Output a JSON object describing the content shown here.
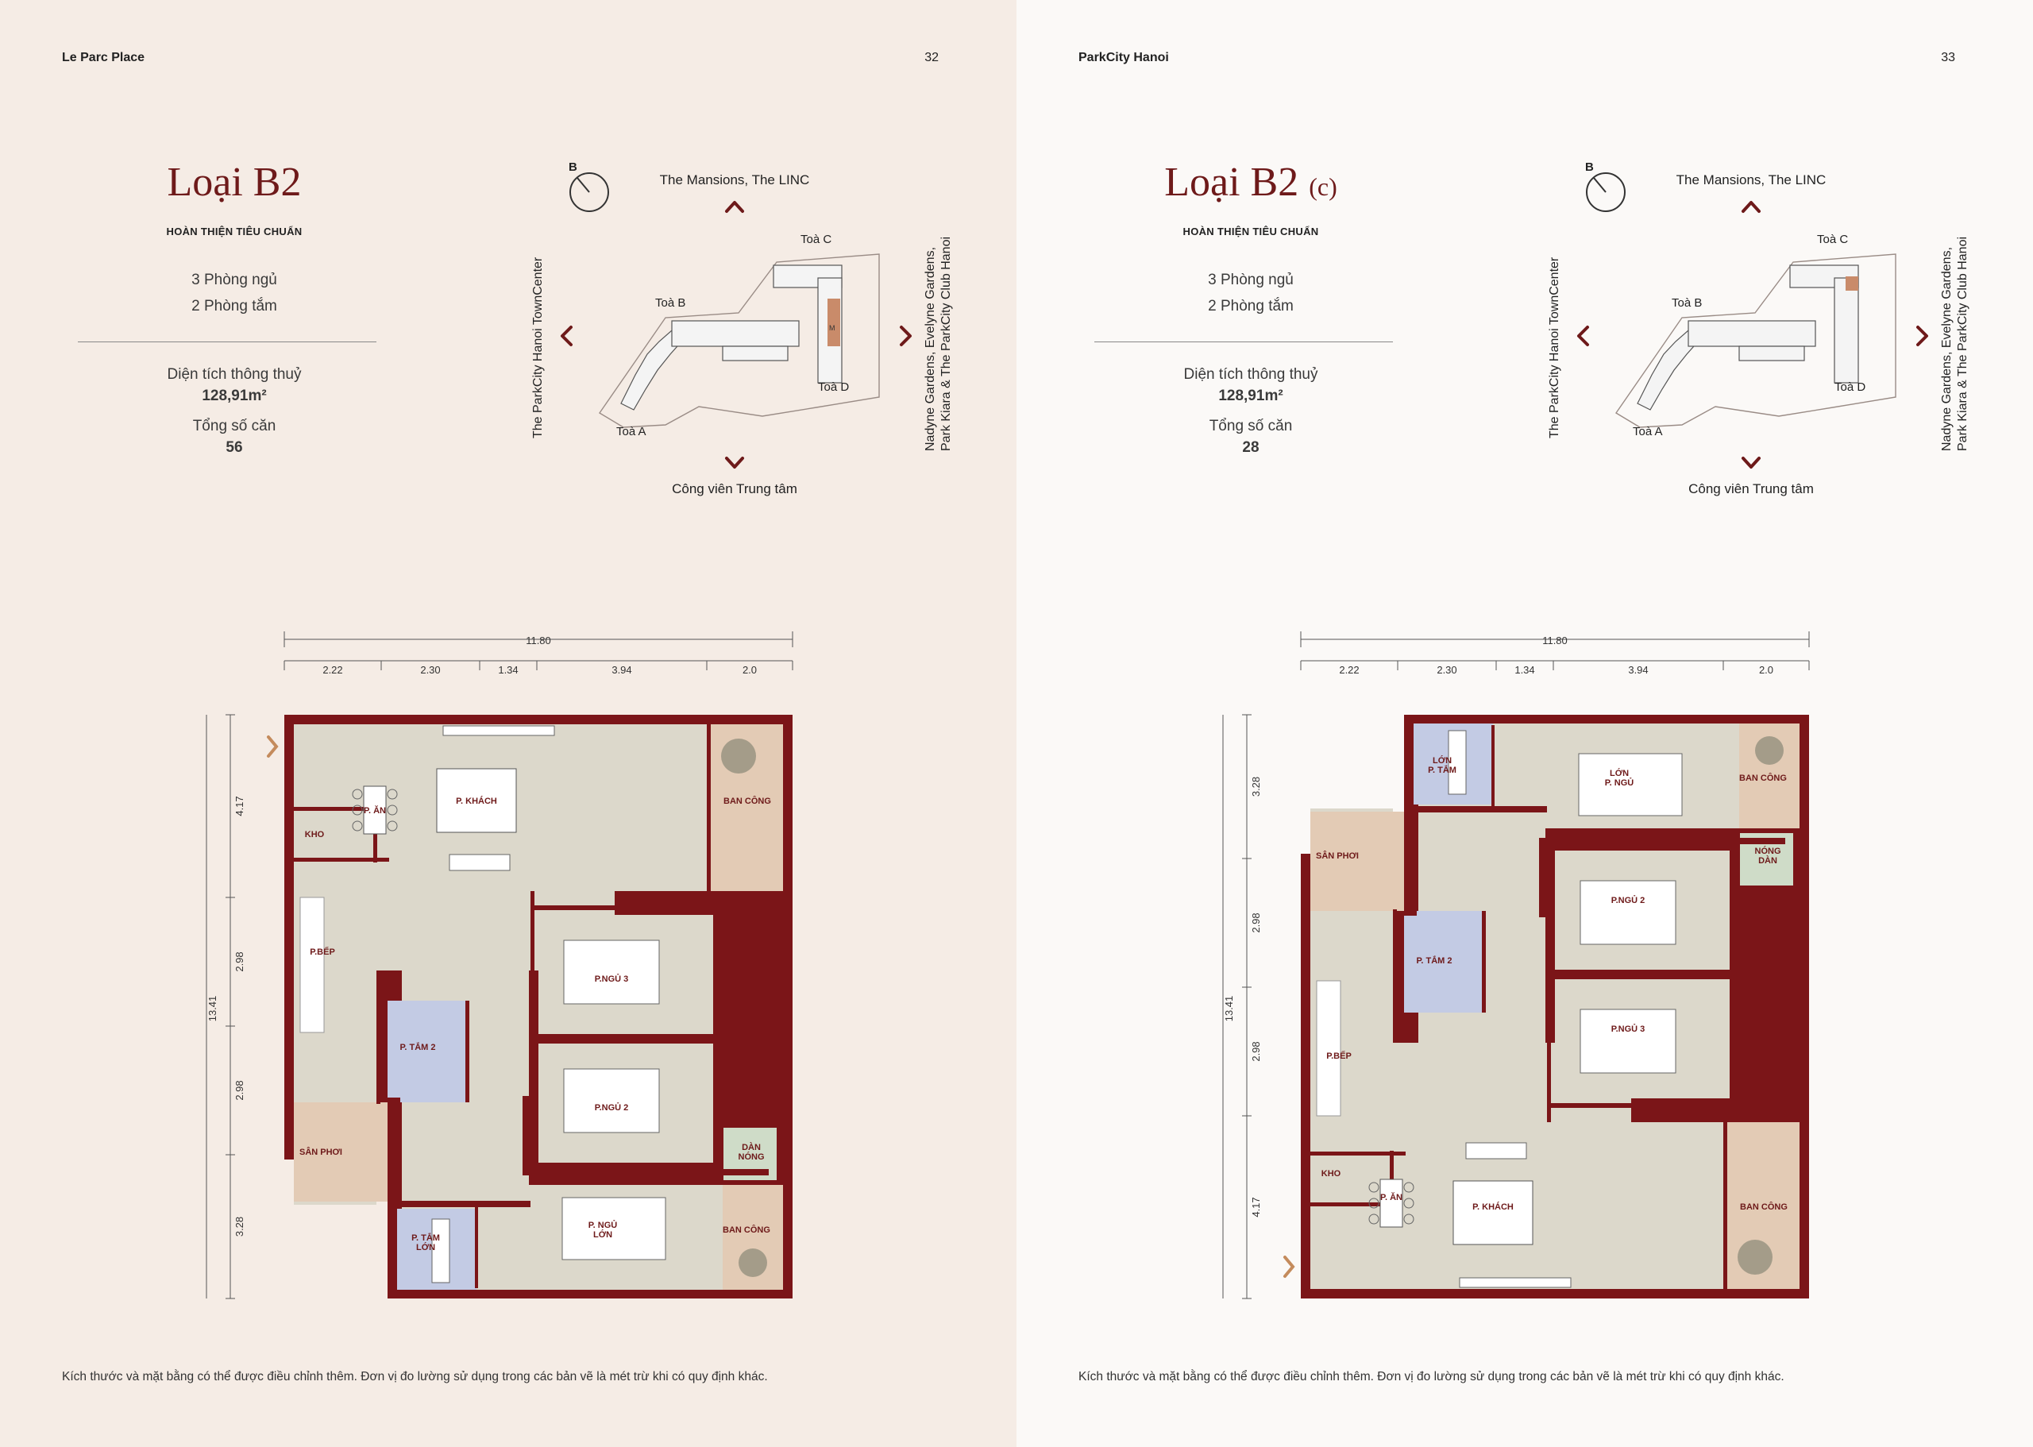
{
  "pages": [
    {
      "header_name": "Le Parc Place",
      "page_number": "32",
      "title": "Loại B2",
      "title_suffix": "",
      "finish": "HOÀN THIỆN TIÊU CHUẨN",
      "bedrooms": "3 Phòng ngủ",
      "bathrooms": "2 Phòng tắm",
      "area_label": "Diện tích thông thuỷ",
      "area_value": "128,91m²",
      "units_label": "Tổng số căn",
      "units_value": "56",
      "footnote": "Kích thước và mặt bằng có thể được điều chỉnh thêm. Đơn vị đo lường sử dụng trong các bản vẽ là mét trừ khi có quy định khác."
    },
    {
      "header_name": "ParkCity Hanoi",
      "page_number": "33",
      "title": "Loại B2",
      "title_suffix": "(c)",
      "finish": "HOÀN THIỆN TIÊU CHUẨN",
      "bedrooms": "3 Phòng ngủ",
      "bathrooms": "2 Phòng tắm",
      "area_label": "Diện tích thông thuỷ",
      "area_value": "128,91m²",
      "units_label": "Tổng số căn",
      "units_value": "28",
      "footnote": "Kích thước và mặt bằng có thể được điều chỉnh thêm. Đơn vị đo lường sử dụng trong các bản vẽ là mét trừ khi có quy định khác."
    }
  ],
  "keymap": {
    "compass": "B",
    "top": "The Mansions, The LINC",
    "bottom": "Công viên Trung tâm",
    "left": "The ParkCity Hanoi TownCenter",
    "right_line1": "Nadyne Gardens, Evelyne Gardens,",
    "right_line2": "Park Kiara & The ParkCity Club Hanoi",
    "tower_a": "Toà A",
    "tower_b": "Toà B",
    "tower_c": "Toà C",
    "tower_d": "Toà D",
    "marker": "M"
  },
  "dimensions": {
    "total_width": "11.80",
    "widths": [
      "2.22",
      "2.30",
      "1.34",
      "3.94",
      "2.0"
    ],
    "total_height": "13.41",
    "heights_left": [
      "4.17",
      "2.98",
      "2.98",
      "3.28"
    ],
    "heights_right": [
      "3.28",
      "2.98",
      "2.98",
      "4.17"
    ]
  },
  "rooms": {
    "kho": "KHO",
    "an": "P. ĂN",
    "khach": "P. KHÁCH",
    "ban_cong": "BAN CÔNG",
    "bep": "P.BẾP",
    "ngu3": "P.NGỦ 3",
    "ngu2": "P.NGỦ 2",
    "tam2": "P. TẮM 2",
    "san_phoi": "SÂN PHƠI",
    "dan_nong_1": "DÀN",
    "dan_nong_2": "NÓNG",
    "ngu_lon_1": "P. NGỦ",
    "ngu_lon_2": "LỚN",
    "tam_lon_1": "P. TẮM",
    "tam_lon_2": "LỚN"
  },
  "colors": {
    "maroon": "#6e1a1a",
    "wall": "#7b1518",
    "floor": "#dcd8cb",
    "bath": "#c3cbe4",
    "balcony": "#e3cbb5",
    "ac": "#cfdcc8",
    "arrow": "#c48b5c"
  }
}
